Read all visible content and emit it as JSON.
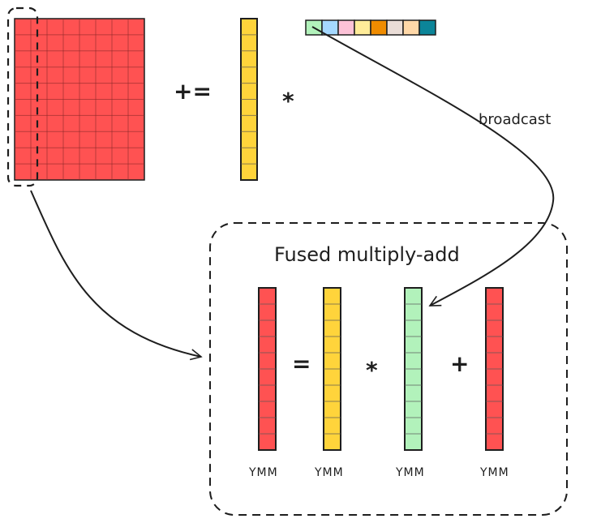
{
  "diagram": {
    "top_operators": {
      "plus_equals": "+=",
      "multiply": "*"
    },
    "broadcast_label": "broadcast",
    "fma_box": {
      "title": "Fused multiply-add",
      "operators": [
        "=",
        "*",
        "+"
      ],
      "registers": [
        {
          "label": "YMM",
          "color": "#ff5252",
          "cells": 10
        },
        {
          "label": "YMM",
          "color": "#ffd43b",
          "cells": 10
        },
        {
          "label": "YMM",
          "color": "#b2f2bb",
          "cells": 10
        },
        {
          "label": "YMM",
          "color": "#ff5252",
          "cells": 10
        }
      ]
    },
    "matrix": {
      "color": "#ff5252",
      "rows": 10,
      "cols": 8
    },
    "column_vector": {
      "color": "#ffd43b",
      "cells": 10
    },
    "row_vector": {
      "colors": [
        "#b2f2bb",
        "#a5d8ff",
        "#fcc2d7",
        "#ffec99",
        "#f08c00",
        "#eaddd7",
        "#ffd8a8",
        "#0c8599"
      ]
    },
    "stroke_color": "#1e1e1e"
  }
}
